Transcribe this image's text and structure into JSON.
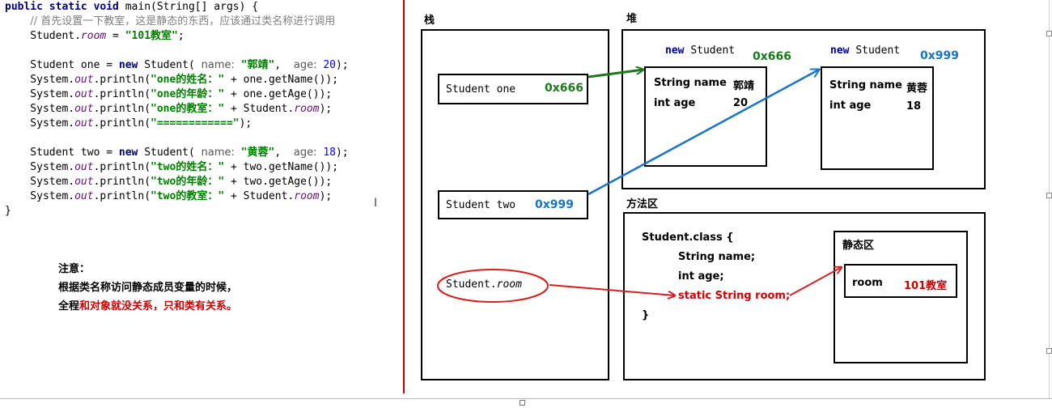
{
  "code": {
    "lines": [
      [
        {
          "t": "public static void ",
          "c": "kw"
        },
        {
          "t": "main(String[] args) {"
        }
      ],
      [
        {
          "t": "    "
        },
        {
          "t": "// 首先设置一下教室，这是静态的东西，应该通过类名称进行调用",
          "c": "cm"
        }
      ],
      [
        {
          "t": "    Student."
        },
        {
          "t": "room",
          "c": "fld"
        },
        {
          "t": " = "
        },
        {
          "t": "\"101教室\"",
          "c": "str"
        },
        {
          "t": ";"
        }
      ],
      [],
      [
        {
          "t": "    Student one = "
        },
        {
          "t": "new",
          "c": "kw"
        },
        {
          "t": " Student( "
        },
        {
          "t": "name:",
          "c": "pl"
        },
        {
          "t": " "
        },
        {
          "t": "\"郭靖\"",
          "c": "str"
        },
        {
          "t": ",  "
        },
        {
          "t": "age:",
          "c": "pl"
        },
        {
          "t": " "
        },
        {
          "t": "20",
          "c": "num"
        },
        {
          "t": ");"
        }
      ],
      [
        {
          "t": "    System."
        },
        {
          "t": "out",
          "c": "fld"
        },
        {
          "t": ".println("
        },
        {
          "t": "\"one的姓名：\"",
          "c": "str"
        },
        {
          "t": " + one.getName());"
        }
      ],
      [
        {
          "t": "    System."
        },
        {
          "t": "out",
          "c": "fld"
        },
        {
          "t": ".println("
        },
        {
          "t": "\"one的年龄：\"",
          "c": "str"
        },
        {
          "t": " + one.getAge());"
        }
      ],
      [
        {
          "t": "    System."
        },
        {
          "t": "out",
          "c": "fld"
        },
        {
          "t": ".println("
        },
        {
          "t": "\"one的教室：\"",
          "c": "str"
        },
        {
          "t": " + Student."
        },
        {
          "t": "room",
          "c": "fld"
        },
        {
          "t": ");"
        }
      ],
      [
        {
          "t": "    System."
        },
        {
          "t": "out",
          "c": "fld"
        },
        {
          "t": ".println("
        },
        {
          "t": "\"============\"",
          "c": "str"
        },
        {
          "t": ");"
        }
      ],
      [],
      [
        {
          "t": "    Student two = "
        },
        {
          "t": "new",
          "c": "kw"
        },
        {
          "t": " Student( "
        },
        {
          "t": "name:",
          "c": "pl"
        },
        {
          "t": " "
        },
        {
          "t": "\"黄蓉\"",
          "c": "str"
        },
        {
          "t": ",  "
        },
        {
          "t": "age:",
          "c": "pl"
        },
        {
          "t": " "
        },
        {
          "t": "18",
          "c": "num"
        },
        {
          "t": ");"
        }
      ],
      [
        {
          "t": "    System."
        },
        {
          "t": "out",
          "c": "fld"
        },
        {
          "t": ".println("
        },
        {
          "t": "\"two的姓名：\"",
          "c": "str"
        },
        {
          "t": " + two.getName());"
        }
      ],
      [
        {
          "t": "    System."
        },
        {
          "t": "out",
          "c": "fld"
        },
        {
          "t": ".println("
        },
        {
          "t": "\"two的年龄：\"",
          "c": "str"
        },
        {
          "t": " + two.getAge());"
        }
      ],
      [
        {
          "t": "    System."
        },
        {
          "t": "out",
          "c": "fld"
        },
        {
          "t": ".println("
        },
        {
          "t": "\"two的教室：\"",
          "c": "str"
        },
        {
          "t": " + Student."
        },
        {
          "t": "room",
          "c": "fld"
        },
        {
          "t": ");"
        }
      ],
      [
        {
          "t": "}"
        }
      ]
    ],
    "cursor": "I"
  },
  "note": {
    "title": "注意：",
    "line1": "根据类名称访问静态成员变量的时候，",
    "line2_black": "全程",
    "line2_red": "和对象就没关系，只和类有关系。"
  },
  "diagram": {
    "stack": {
      "title": "栈",
      "one_label": "Student one",
      "one_addr": "0x666",
      "two_label": "Student two",
      "two_addr": "0x999",
      "room_class": "Student.",
      "room_field": "room"
    },
    "heap": {
      "title": "堆",
      "obj1": {
        "new_kw": "new",
        "new_cls": "Student",
        "addr": "0x666",
        "name_label": "String name",
        "name_value": "郭靖",
        "age_label": "int age",
        "age_value": "20"
      },
      "obj2": {
        "new_kw": "new",
        "new_cls": "Student",
        "addr": "0x999",
        "name_label": "String name",
        "name_value": "黄蓉",
        "age_label": "int age",
        "age_value": "18"
      }
    },
    "method_area": {
      "title": "方法区",
      "class_header": "Student.class {",
      "field1": "String name;",
      "field2": "int age;",
      "field3": "static String room;",
      "close": "}",
      "static_area": {
        "title": "静态区",
        "room_label": "room",
        "room_value": "101教室"
      }
    },
    "colors": {
      "green": "#1a7a1a",
      "blue": "#1874c8",
      "red": "#d42020"
    }
  }
}
